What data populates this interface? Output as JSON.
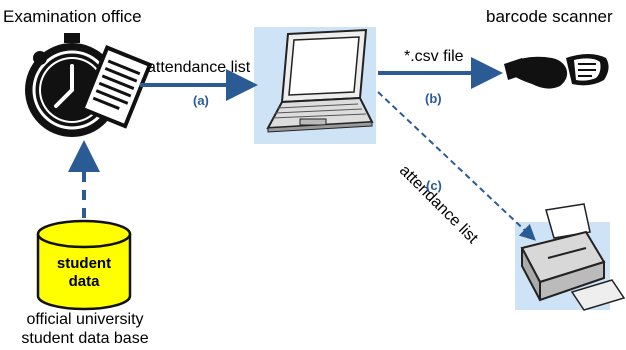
{
  "nodes": {
    "exam_office": {
      "label": "Examination office"
    },
    "barcode_scanner": {
      "label": "barcode scanner"
    },
    "database": {
      "cylinder_line1": "student",
      "cylinder_line2": "data",
      "caption_line1": "official university",
      "caption_line2": "student data base"
    }
  },
  "edges": {
    "office_to_laptop": {
      "label": "attendance list",
      "step": "(a)"
    },
    "laptop_to_scanner": {
      "label": "*.csv file",
      "step": "(b)"
    },
    "laptop_to_printer": {
      "label": "attendance list",
      "step": "(c)"
    }
  },
  "colors": {
    "arrow": "#2a5b95",
    "highlight_bg": "#cfe3f7",
    "cylinder_fill": "#ffff00",
    "icon_dark": "#111111"
  }
}
